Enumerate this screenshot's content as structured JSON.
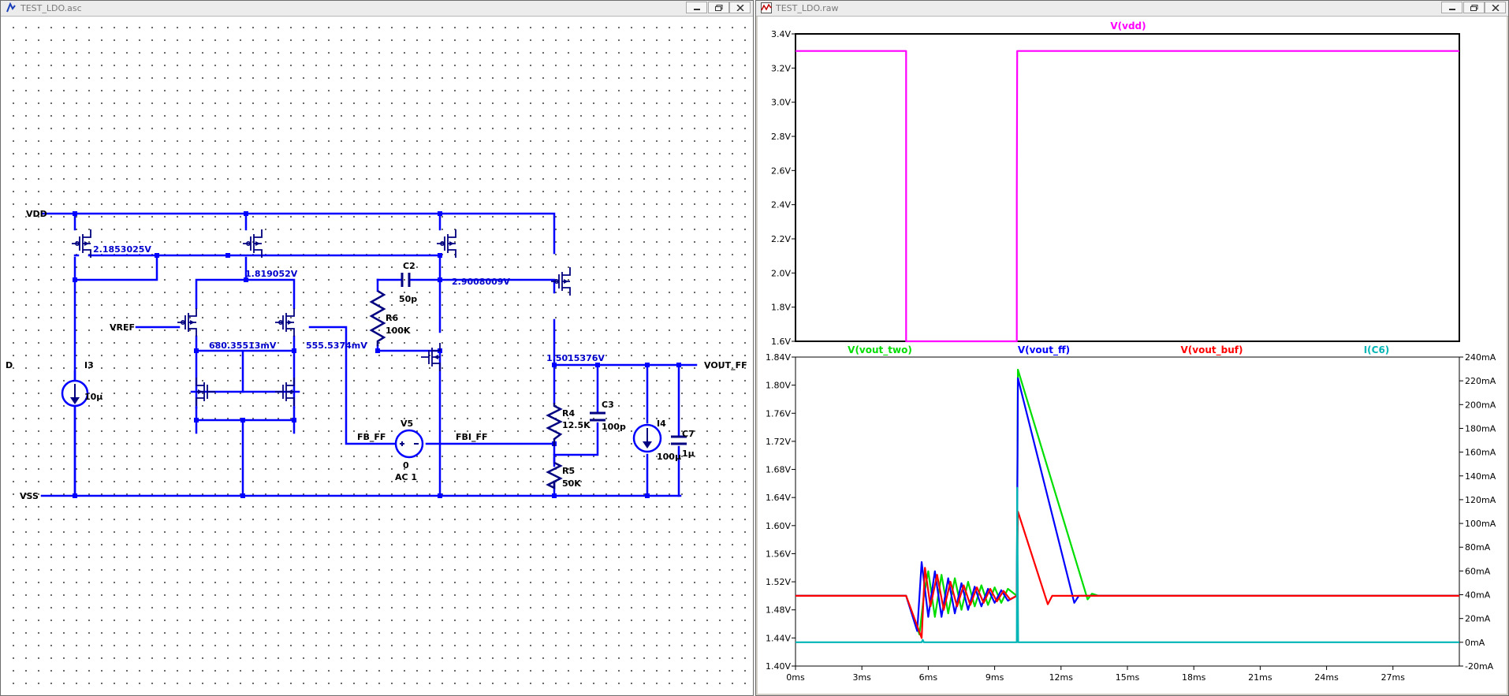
{
  "schematic_window": {
    "title": "TEST_LDO.asc",
    "net_labels": {
      "vdd": "VDD",
      "vss": "VSS",
      "vref": "VREF",
      "vout_ff": "VOUT_FF",
      "fb_ff": "FB_FF",
      "fbi_ff": "FBI_FF",
      "left_edge": "D"
    },
    "node_voltages": [
      "2.1853025V",
      "1.819052V",
      "2.9008009V",
      "680.35513mV",
      "555.5374mV",
      "1.5015376V"
    ],
    "components": {
      "i3": {
        "name": "I3",
        "value": "10µ"
      },
      "c2": {
        "name": "C2",
        "value": "50p"
      },
      "r6": {
        "name": "R6",
        "value": "100K"
      },
      "v5": {
        "name": "V5",
        "value": "0",
        "ac": "AC 1"
      },
      "r4": {
        "name": "R4",
        "value": "12.5K"
      },
      "r5": {
        "name": "R5",
        "value": "50K"
      },
      "c3": {
        "name": "C3",
        "value": "100p"
      },
      "i4": {
        "name": "I4",
        "value": "100µ"
      },
      "c7": {
        "name": "C7",
        "value": "1µ"
      }
    },
    "wire_color": "#0000ff",
    "mosfet_color": "#000080"
  },
  "waveform_window": {
    "title": "V(vdd)",
    "window_title": "TEST_LDO.raw",
    "top_trace_label": "V(vdd)",
    "bottom_trace_labels": {
      "vout_two": "V(vout_two)",
      "vout_ff": "V(vout_ff)",
      "vout_buf": "V(vout_buf)",
      "ic6": "I(C6)"
    },
    "colors": {
      "vdd": "#ff00ff",
      "vout_two": "#00dd00",
      "vout_ff": "#0000ff",
      "vout_buf": "#ff0000",
      "ic6": "#00b5b5"
    }
  },
  "chart_data": [
    {
      "type": "line",
      "xlabel": "",
      "ylabel": "",
      "xlim": [
        0,
        30
      ],
      "ylim": [
        1.6,
        3.4
      ],
      "grid": false,
      "legend": "top",
      "y_ticks": [
        "1.6V",
        "1.8V",
        "2.0V",
        "2.2V",
        "2.4V",
        "2.6V",
        "2.8V",
        "3.0V",
        "3.2V",
        "3.4V"
      ],
      "series": [
        {
          "name": "V(vdd)",
          "x": [
            0,
            5,
            5,
            10,
            10,
            10.02,
            30
          ],
          "y": [
            3.3,
            3.3,
            1.6,
            1.6,
            2.45,
            3.3,
            3.3
          ]
        }
      ]
    },
    {
      "type": "line",
      "xlabel": "",
      "ylabel": "",
      "xlim": [
        0,
        30
      ],
      "ylim": [
        1.4,
        1.84
      ],
      "y2lim": [
        -20,
        240
      ],
      "grid": false,
      "legend": "top",
      "x_ticks": [
        "0ms",
        "3ms",
        "6ms",
        "9ms",
        "12ms",
        "15ms",
        "18ms",
        "21ms",
        "24ms",
        "27ms"
      ],
      "y_ticks": [
        "1.40V",
        "1.44V",
        "1.48V",
        "1.52V",
        "1.56V",
        "1.60V",
        "1.64V",
        "1.68V",
        "1.72V",
        "1.76V",
        "1.80V",
        "1.84V"
      ],
      "y2_ticks": [
        "-20mA",
        "0mA",
        "20mA",
        "40mA",
        "60mA",
        "80mA",
        "100mA",
        "120mA",
        "140mA",
        "160mA",
        "180mA",
        "200mA",
        "220mA",
        "240mA"
      ],
      "series": [
        {
          "name": "V(vout_two)",
          "x": [
            0,
            5,
            5.6,
            5.8,
            6.0,
            6.3,
            6.6,
            6.9,
            7.2,
            7.5,
            7.8,
            8.1,
            8.4,
            8.7,
            9.0,
            9.3,
            9.6,
            10.0,
            10.05,
            13.2,
            13.4,
            13.7,
            30
          ],
          "y": [
            1.5,
            1.5,
            1.445,
            1.5,
            1.535,
            1.47,
            1.53,
            1.475,
            1.525,
            1.48,
            1.52,
            1.485,
            1.515,
            1.487,
            1.512,
            1.49,
            1.51,
            1.5,
            1.822,
            1.495,
            1.503,
            1.5,
            1.5
          ]
        },
        {
          "name": "V(vout_ff)",
          "x": [
            0,
            5,
            5.5,
            5.7,
            6.0,
            6.3,
            6.6,
            6.9,
            7.2,
            7.5,
            7.8,
            8.1,
            8.4,
            8.7,
            9.0,
            9.3,
            9.6,
            10.0,
            10.05,
            12.6,
            12.8,
            13.2,
            30
          ],
          "y": [
            1.5,
            1.5,
            1.45,
            1.548,
            1.47,
            1.535,
            1.47,
            1.525,
            1.475,
            1.518,
            1.48,
            1.513,
            1.485,
            1.51,
            1.49,
            1.508,
            1.493,
            1.5,
            1.81,
            1.49,
            1.5,
            1.5,
            1.5
          ]
        },
        {
          "name": "V(vout_buf)",
          "x": [
            0,
            5,
            5.7,
            5.85,
            6.1,
            6.4,
            6.7,
            7.0,
            7.3,
            7.6,
            7.9,
            8.2,
            8.5,
            8.8,
            9.1,
            9.4,
            9.7,
            10.0,
            10.05,
            11.4,
            11.6,
            11.9,
            30
          ],
          "y": [
            1.5,
            1.5,
            1.44,
            1.54,
            1.485,
            1.53,
            1.48,
            1.52,
            1.485,
            1.515,
            1.487,
            1.512,
            1.49,
            1.51,
            1.492,
            1.507,
            1.495,
            1.5,
            1.62,
            1.488,
            1.5,
            1.5,
            1.5
          ]
        },
        {
          "name": "I(C6)",
          "axis": "right",
          "x": [
            0,
            5.7,
            5.75,
            5.8,
            10.0,
            10.02,
            10.06,
            10.1,
            30
          ],
          "y": [
            0,
            0,
            2,
            0,
            0,
            130,
            0,
            0,
            0
          ]
        }
      ]
    }
  ]
}
